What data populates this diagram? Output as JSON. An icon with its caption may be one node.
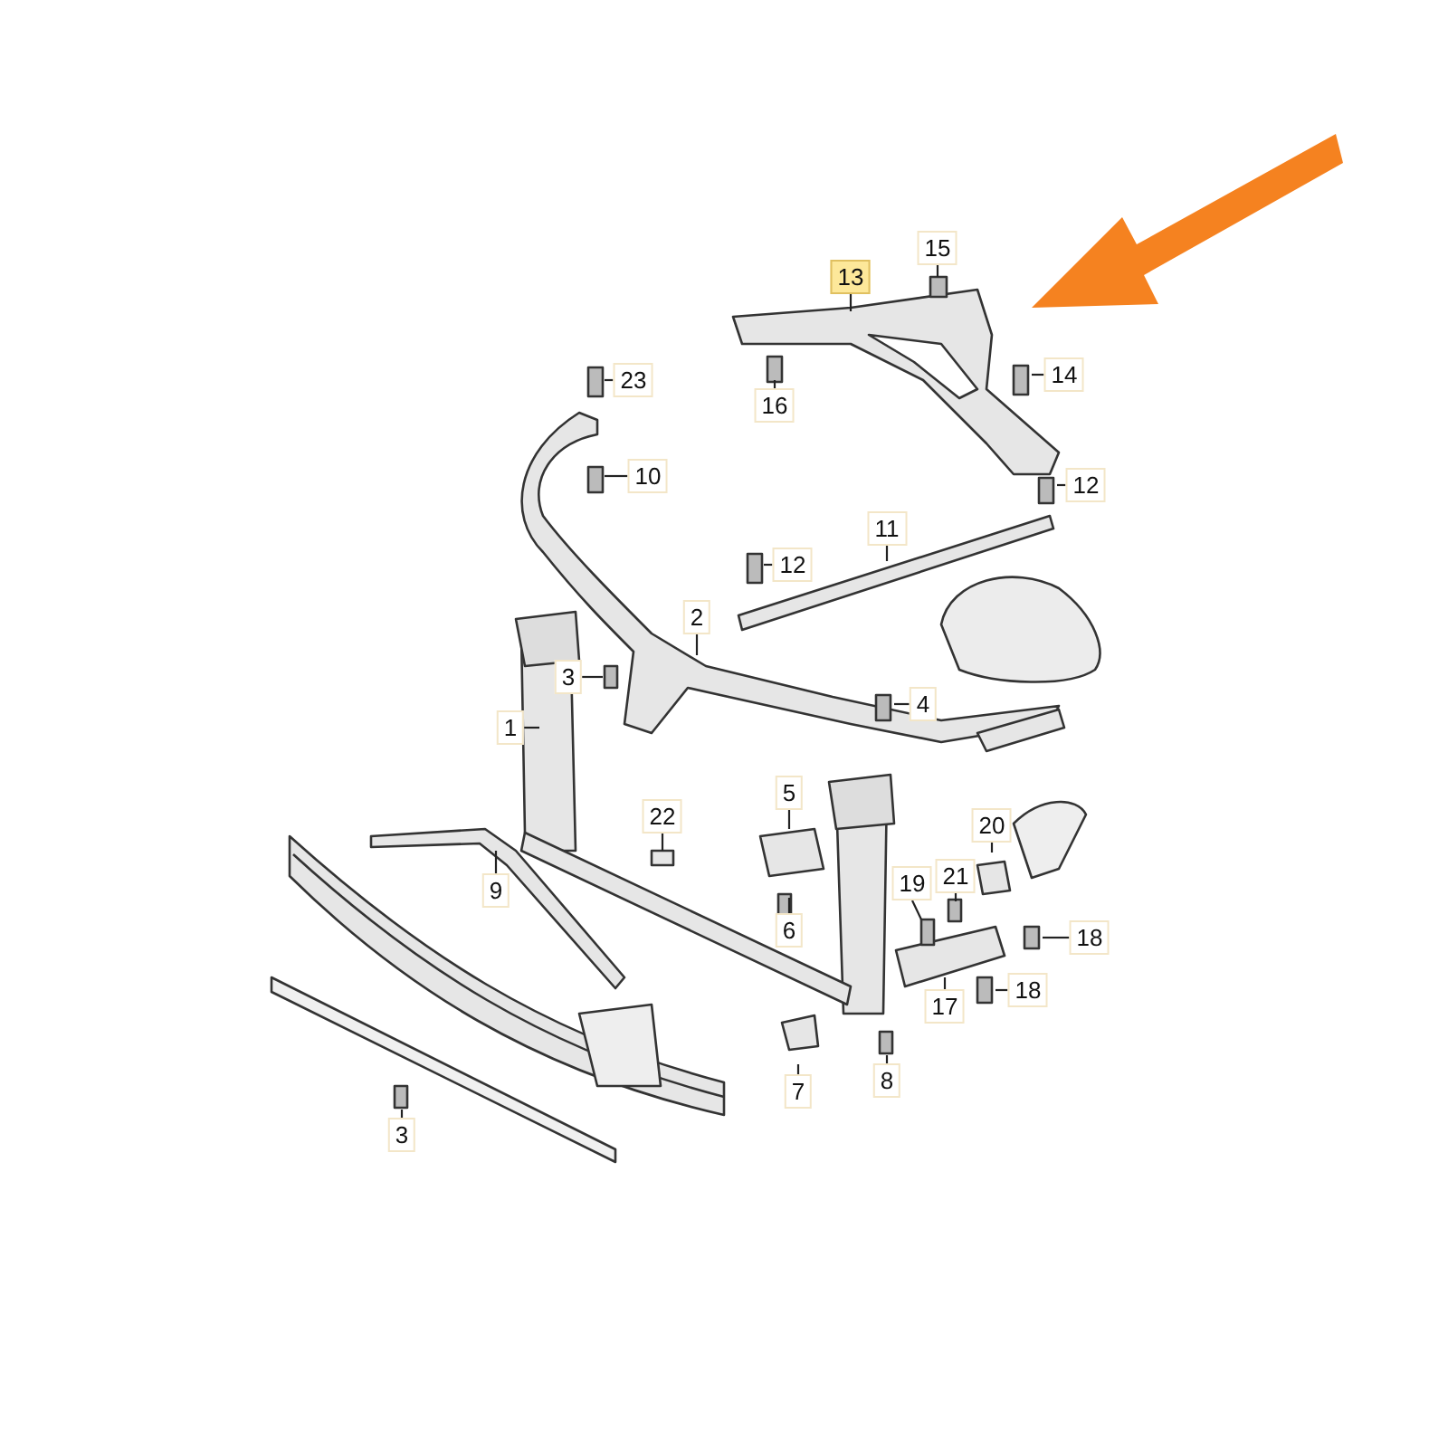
{
  "diagram": {
    "nodes": [
      {
        "text": [
          "13"
        ]
      },
      {
        "text": [
          "15"
        ]
      },
      {
        "text": [
          "14"
        ]
      },
      {
        "text": [
          "16"
        ]
      },
      {
        "text": [
          "23"
        ]
      },
      {
        "text": [
          "10"
        ]
      },
      {
        "text": [
          "12"
        ]
      },
      {
        "text": [
          "11"
        ]
      },
      {
        "text": [
          "12"
        ]
      },
      {
        "text": [
          "2"
        ]
      },
      {
        "text": [
          "3"
        ]
      },
      {
        "text": [
          "4"
        ]
      },
      {
        "text": [
          "1"
        ]
      },
      {
        "text": [
          "5"
        ]
      },
      {
        "text": [
          "22"
        ]
      },
      {
        "text": [
          "20"
        ]
      },
      {
        "text": [
          "21"
        ]
      },
      {
        "text": [
          "19"
        ]
      },
      {
        "text": [
          "9"
        ]
      },
      {
        "text": [
          "18"
        ]
      },
      {
        "text": [
          "6"
        ]
      },
      {
        "text": [
          "18"
        ]
      },
      {
        "text": [
          "17"
        ]
      },
      {
        "text": [
          "7"
        ]
      },
      {
        "text": [
          "8"
        ]
      },
      {
        "text": [
          "3"
        ]
      }
    ],
    "edges": [
      {
        "from": 0,
        "to": null,
        "arrow": "none"
      },
      {
        "from": 1,
        "to": null,
        "arrow": "none"
      },
      {
        "from": 2,
        "to": null,
        "arrow": "none"
      },
      {
        "from": 3,
        "to": null,
        "arrow": "none"
      },
      {
        "from": 4,
        "to": null,
        "arrow": "none"
      },
      {
        "from": 5,
        "to": null,
        "arrow": "none"
      },
      {
        "from": 6,
        "to": null,
        "arrow": "none"
      },
      {
        "from": 7,
        "to": null,
        "arrow": "none"
      },
      {
        "from": 8,
        "to": null,
        "arrow": "none"
      },
      {
        "from": 9,
        "to": null,
        "arrow": "none"
      },
      {
        "from": 10,
        "to": null,
        "arrow": "none"
      },
      {
        "from": 11,
        "to": null,
        "arrow": "none"
      },
      {
        "from": 12,
        "to": null,
        "arrow": "none"
      },
      {
        "from": 13,
        "to": null,
        "arrow": "none"
      },
      {
        "from": 14,
        "to": null,
        "arrow": "none"
      },
      {
        "from": 15,
        "to": null,
        "arrow": "none"
      },
      {
        "from": 16,
        "to": null,
        "arrow": "none"
      },
      {
        "from": 17,
        "to": null,
        "arrow": "none"
      },
      {
        "from": 18,
        "to": null,
        "arrow": "none"
      },
      {
        "from": 19,
        "to": null,
        "arrow": "none"
      },
      {
        "from": 20,
        "to": null,
        "arrow": "none"
      },
      {
        "from": 21,
        "to": null,
        "arrow": "none"
      },
      {
        "from": 22,
        "to": null,
        "arrow": "none"
      },
      {
        "from": 23,
        "to": null,
        "arrow": "none"
      },
      {
        "from": 24,
        "to": null,
        "arrow": "none"
      },
      {
        "from": 25,
        "to": null,
        "arrow": "none"
      }
    ]
  }
}
